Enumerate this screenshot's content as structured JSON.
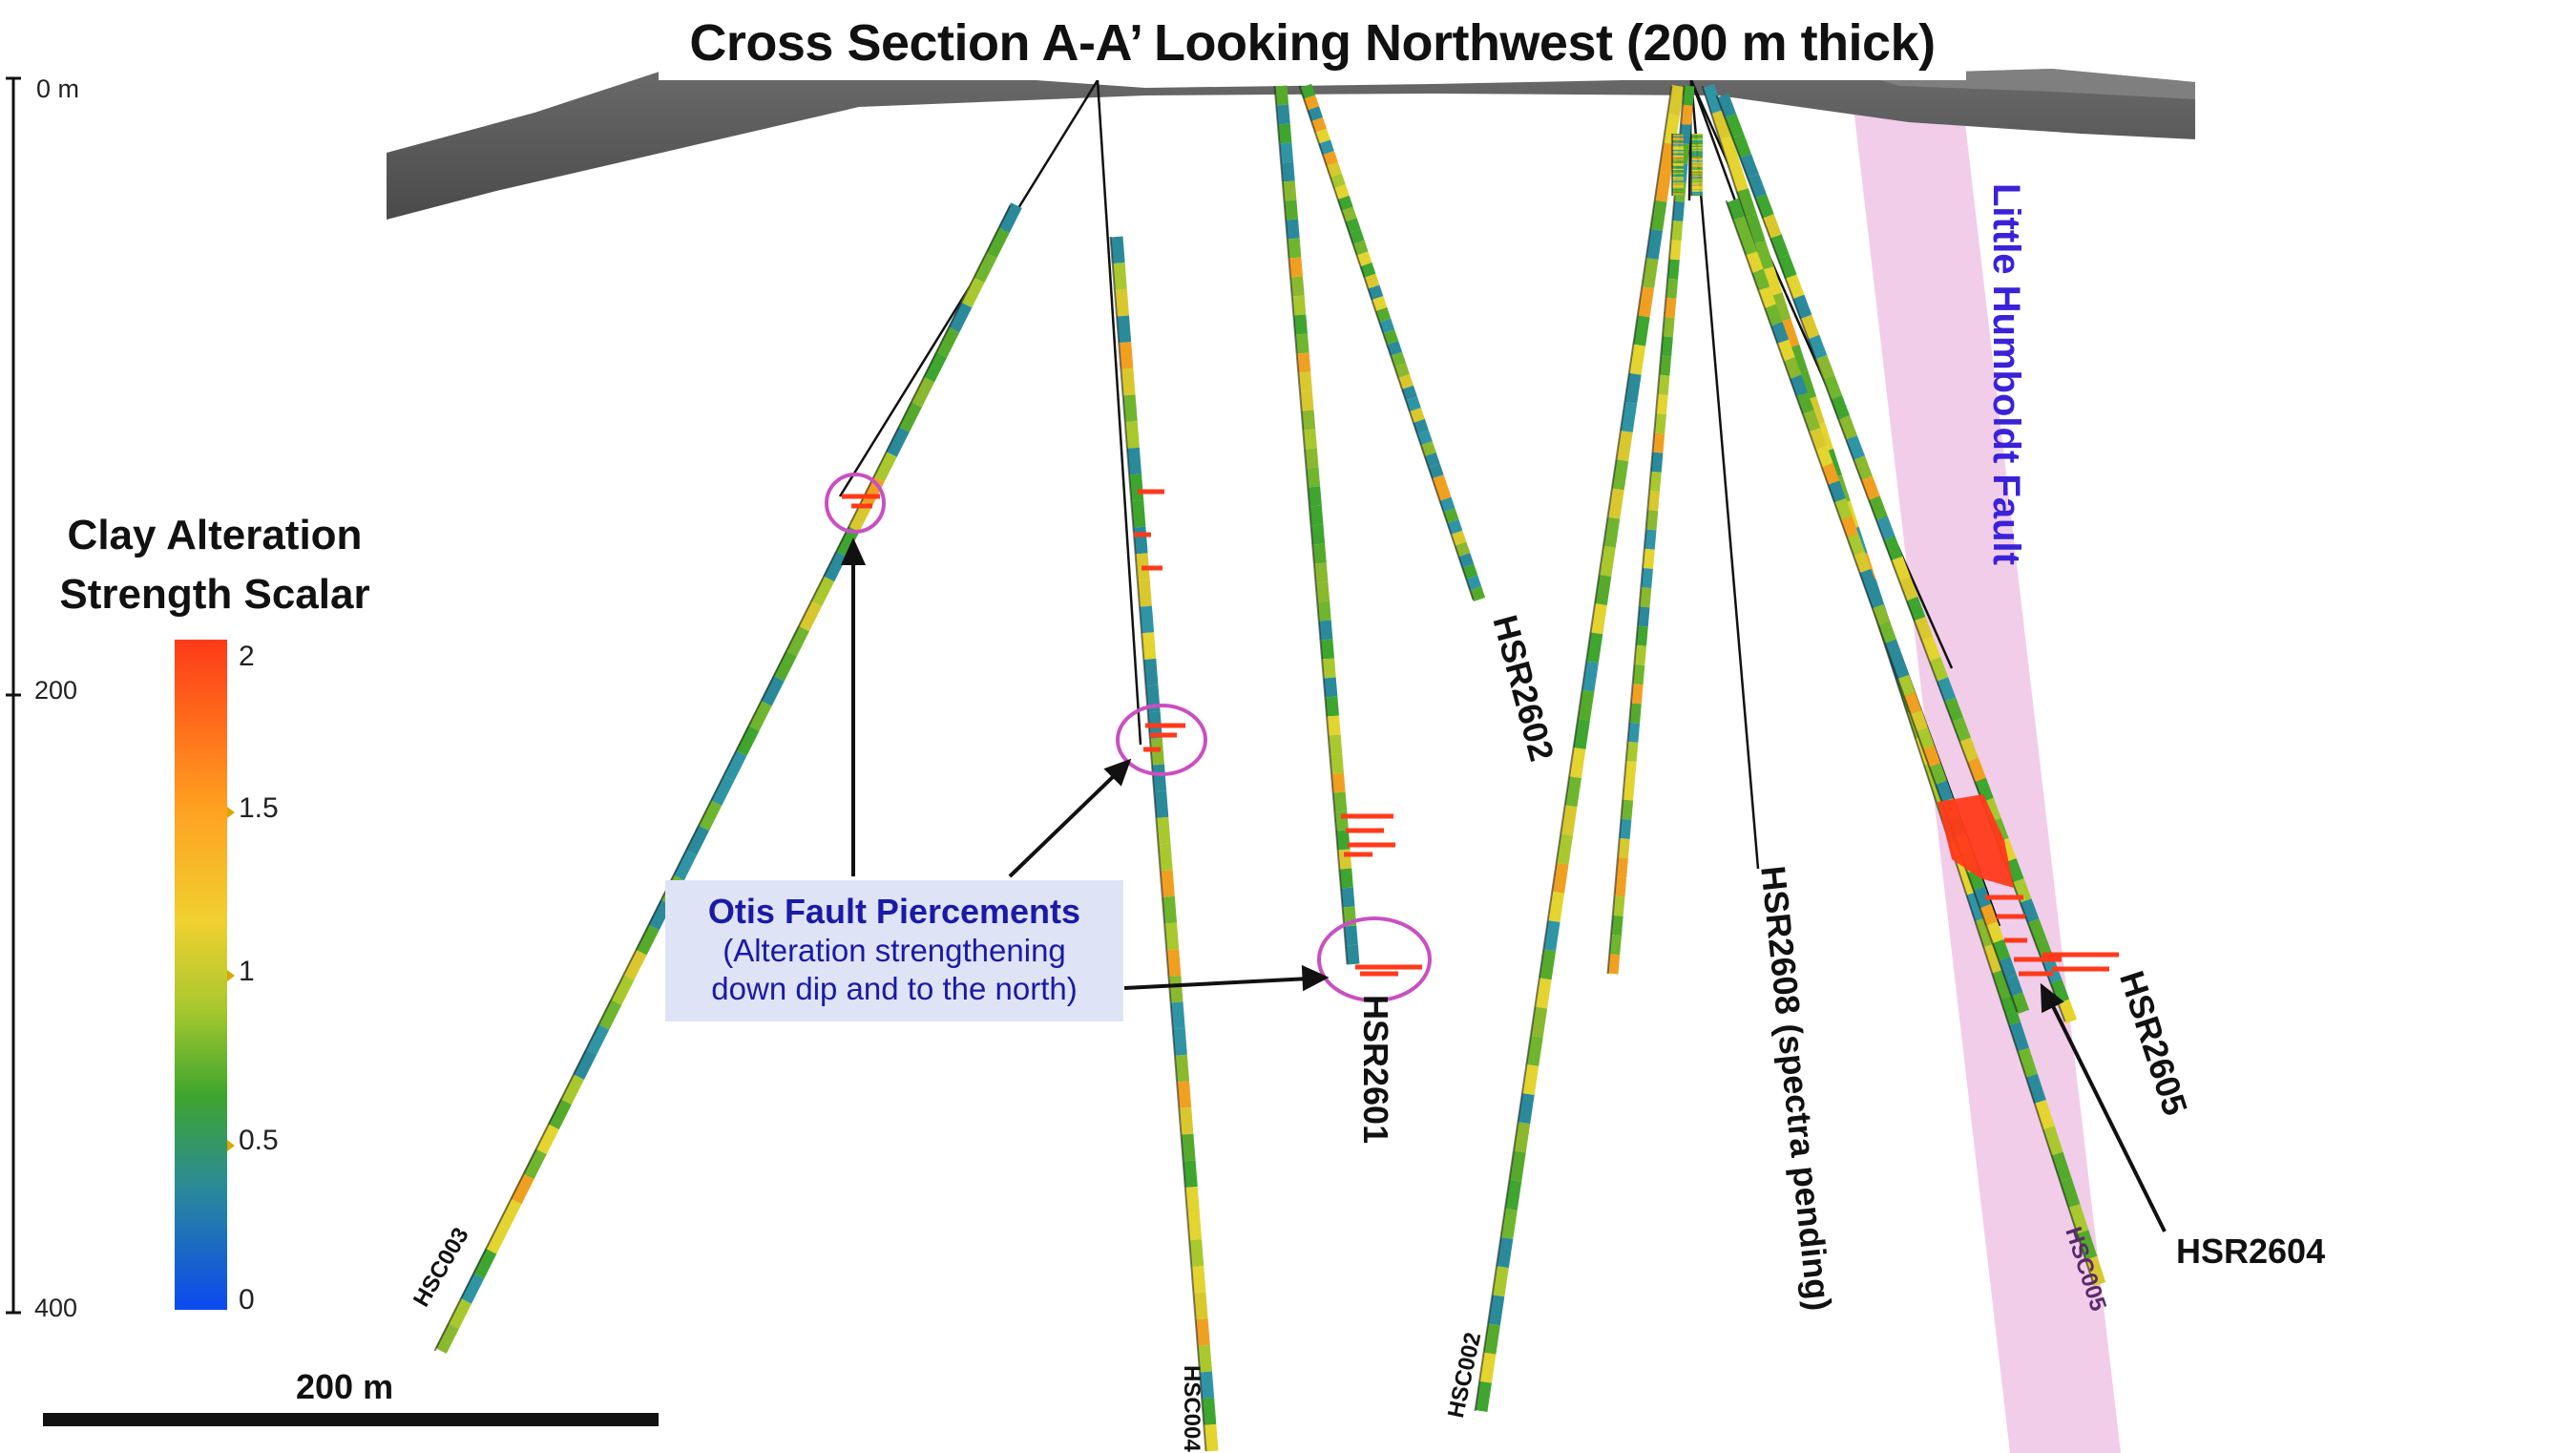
{
  "title": "Cross Section A-A’ Looking Northwest (200 m thick)",
  "depth_axis": {
    "labels": [
      "0 m",
      "200",
      "400"
    ]
  },
  "legend": {
    "title_line1": "Clay Alteration",
    "title_line2": "Strength Scalar",
    "ticks": [
      "2",
      "1.5",
      "1",
      "0.5",
      "0"
    ],
    "colors": [
      "#ff3a1a",
      "#ff9a20",
      "#e3d42f",
      "#55aa2c",
      "#2a8a9a",
      "#0c48f0"
    ]
  },
  "scale_bar": {
    "label": "200 m"
  },
  "annotation": {
    "line1": "Otis Fault Piercements",
    "line2": "(Alteration strengthening",
    "line3": "down dip and to the north)"
  },
  "fault_label": "Little Humboldt Fault",
  "drillholes": {
    "hsc003": "HSC003",
    "hsc004": "HSC004",
    "hsr2601": "HSR2601",
    "hsr2602": "HSR2602",
    "hsc002": "HSC002",
    "hsr2608": "HSR2608 (spectra pending)",
    "hsr2605": "HSR2605",
    "hsc005": "HSC005",
    "hsr2604": "HSR2604"
  },
  "colors": {
    "topography": "#5a5a5a",
    "fault_zone": "#f1cdea",
    "circle": "#c950c0",
    "annotation_bg": "#dfe3f6",
    "annotation_text": "#1a1aa6",
    "fault_text": "#3a22d8"
  }
}
